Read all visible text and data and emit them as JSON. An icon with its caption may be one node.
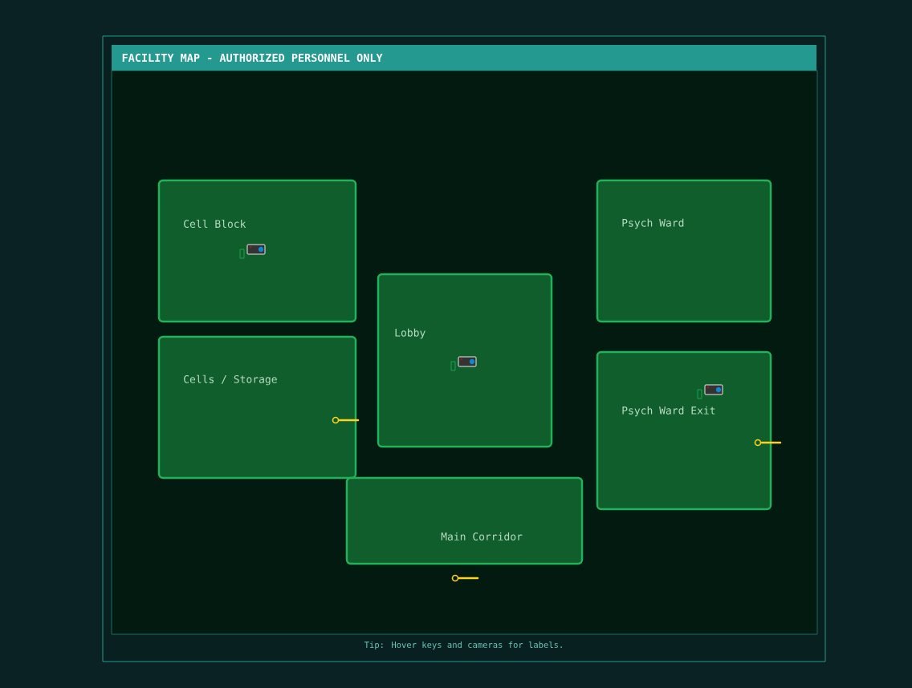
{
  "diagram": {
    "title": "FACILITY MAP - AUTHORIZED PERSONNEL ONLY",
    "caption": "Tip: Hover keys and cameras for labels.",
    "nodes": [
      {
        "text": [
          "Cell Block"
        ]
      },
      {
        "text": [
          "Psych Ward"
        ]
      },
      {
        "text": [
          "Lobby"
        ]
      },
      {
        "text": [
          "Cells / Storage"
        ]
      },
      {
        "text": [
          "Psych Ward Exit"
        ]
      },
      {
        "text": [
          "Main Corridor"
        ]
      }
    ]
  }
}
